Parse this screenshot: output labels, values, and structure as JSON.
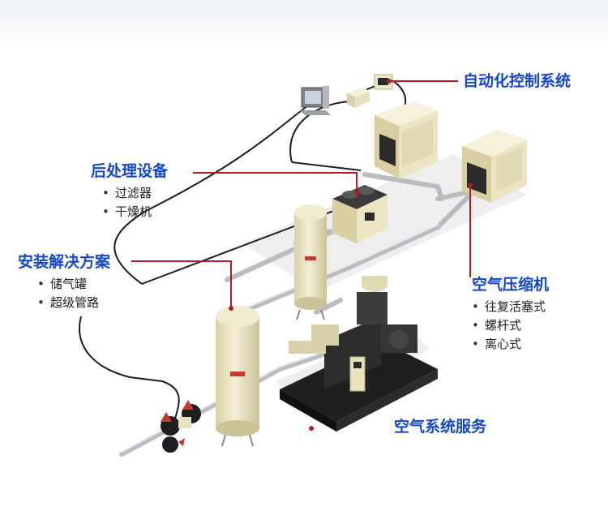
{
  "labels": {
    "automation": {
      "title": "自动化控制系统"
    },
    "aftertreatment": {
      "title": "后处理设备",
      "items": [
        "过滤器",
        "干燥机"
      ]
    },
    "installation": {
      "title": "安装解决方案",
      "items": [
        "储气罐",
        "超级管路"
      ]
    },
    "compressor": {
      "title": "空气压缩机",
      "items": [
        "往复活塞式",
        "螺杆式",
        "离心式"
      ]
    },
    "service": {
      "title": "空气系统服务"
    }
  },
  "colors": {
    "title_blue": "#1547c9",
    "leader_red": "#b01e23",
    "equipment_beige": "#ece5c4",
    "pipe_gray": "#b9bcc0",
    "cable_black": "#1d1d1d"
  }
}
